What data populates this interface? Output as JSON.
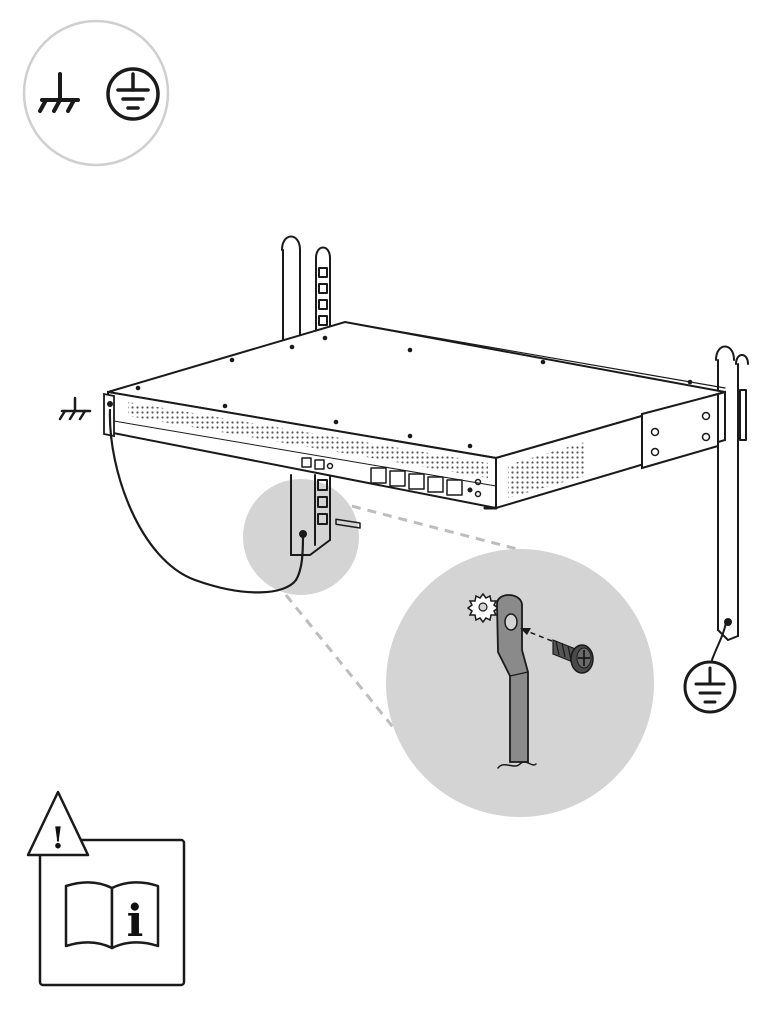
{
  "colors": {
    "line": "#1a1a1a",
    "zoom_fill": "#d4d4d4",
    "badge_border": "#cfcfcf",
    "lug": "#8a8a8a",
    "dashed": "#bdbdbd",
    "vent": "#555555"
  },
  "icons": {
    "badge": [
      "chassis-ground-icon",
      "protective-earth-icon"
    ],
    "device_side": "chassis-ground-icon",
    "rack_side": "protective-earth-icon",
    "manual": [
      "warning-triangle-icon",
      "read-manual-icon",
      "information-icon"
    ],
    "hardware": [
      "toothed-lock-washer",
      "ground-lug",
      "phillips-screw"
    ]
  },
  "manual": {
    "warning_mark": "!",
    "info_mark": "i"
  }
}
